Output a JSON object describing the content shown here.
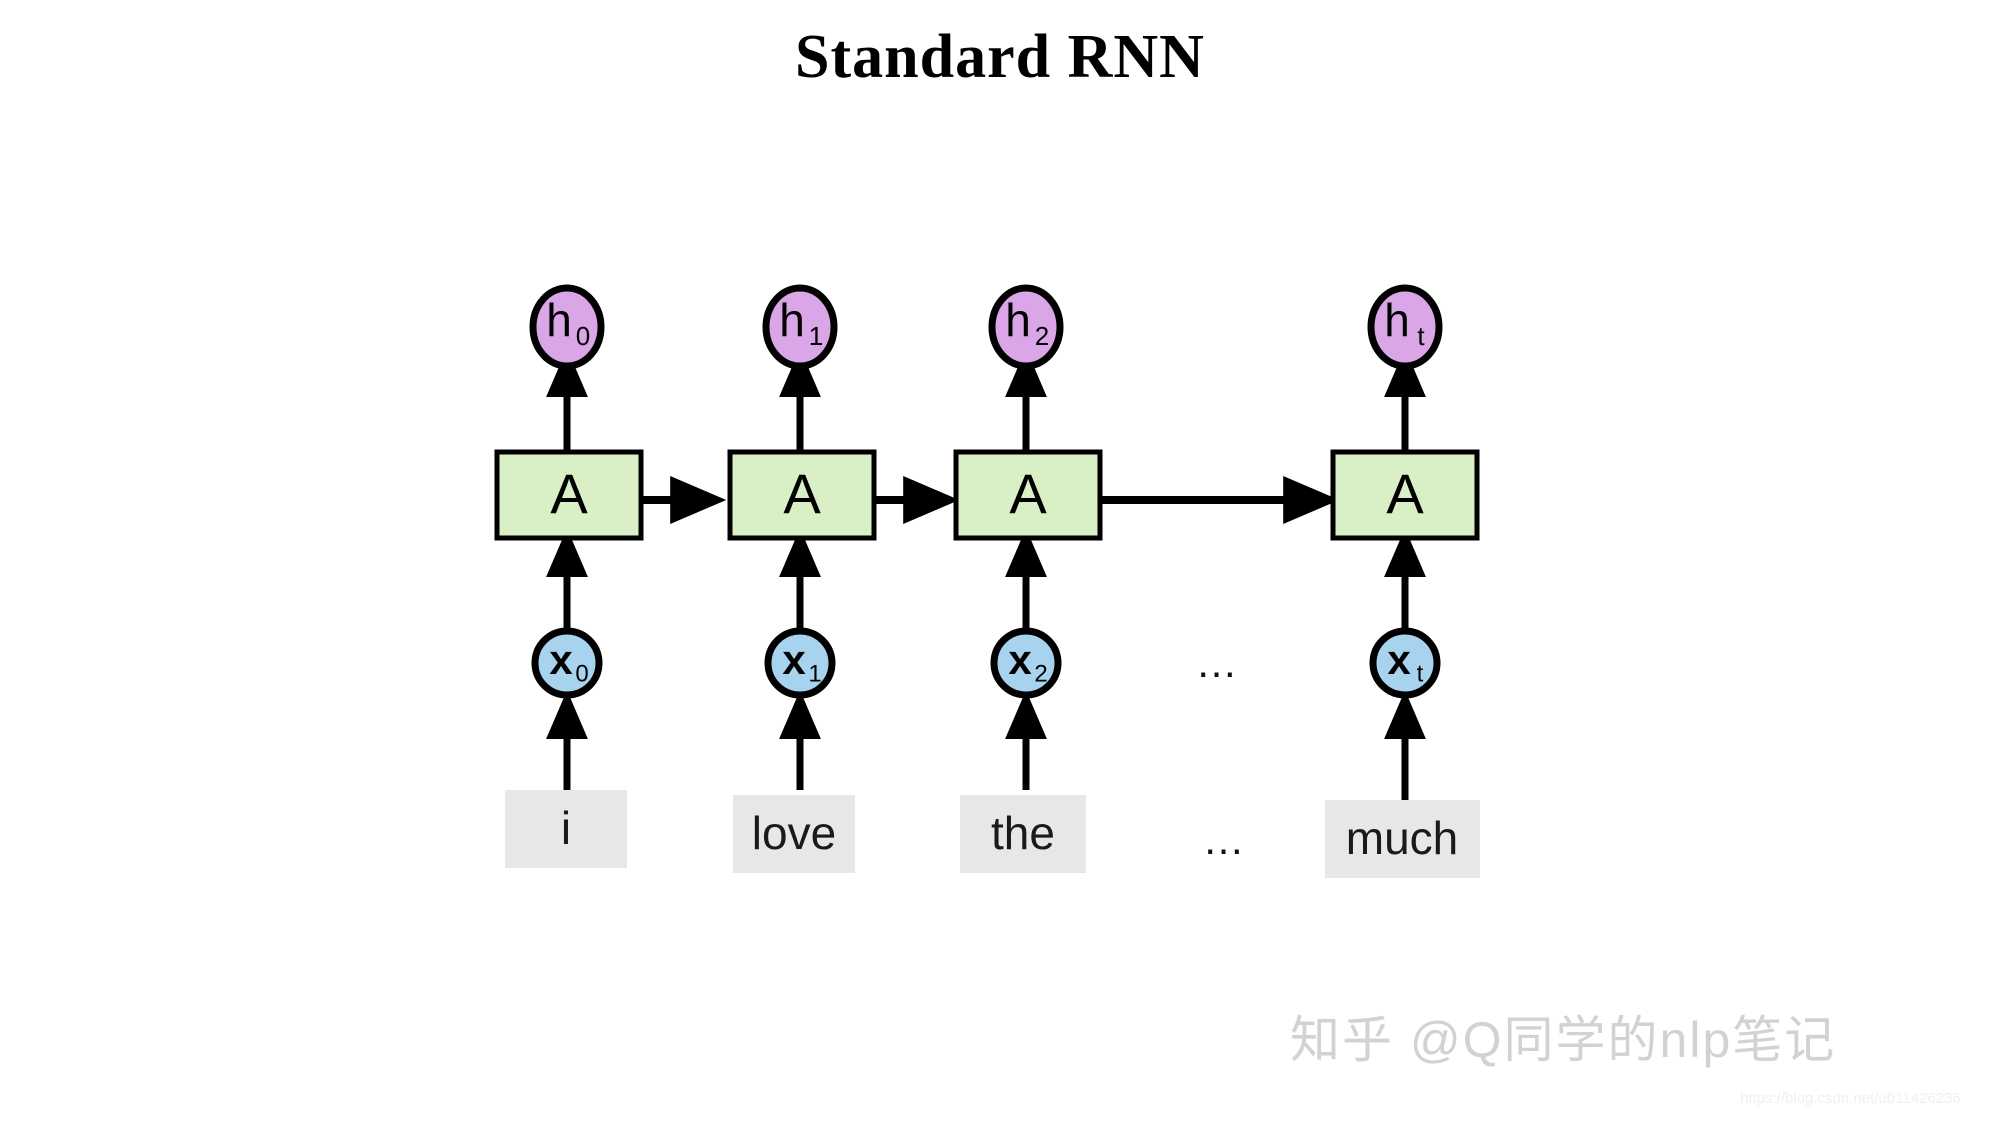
{
  "title": "Standard RNN",
  "diagram": {
    "type": "rnn-unrolled",
    "description": "Unrolled standard recurrent neural network over a token sequence",
    "timesteps": [
      {
        "index": 0,
        "hidden_label": "h",
        "hidden_sub": "0",
        "cell_label": "A",
        "input_label": "x",
        "input_sub": "0",
        "word": "i"
      },
      {
        "index": 1,
        "hidden_label": "h",
        "hidden_sub": "1",
        "cell_label": "A",
        "input_label": "x",
        "input_sub": "1",
        "word": "love"
      },
      {
        "index": 2,
        "hidden_label": "h",
        "hidden_sub": "2",
        "cell_label": "A",
        "input_label": "x",
        "input_sub": "2",
        "word": "the"
      },
      {
        "index": 3,
        "hidden_label": "h",
        "hidden_sub": "t",
        "cell_label": "A",
        "input_label": "x",
        "input_sub": "t",
        "word": "much"
      }
    ],
    "ellipsis_input": "…",
    "ellipsis_word": "…",
    "sentence": "i love the … much",
    "colors": {
      "hidden_fill": "#dba6e8",
      "hidden_stroke": "#000000",
      "cell_fill": "#d9efc6",
      "cell_stroke": "#000000",
      "input_fill": "#a8d3ef",
      "input_stroke": "#000000",
      "word_fill": "#e7e7e7",
      "arrow": "#000000",
      "background": "#ffffff"
    }
  },
  "watermarks": {
    "zhihu": "知乎 @Q同学的nlp笔记",
    "csdn": "https://blog.csdn.net/u011426236"
  }
}
